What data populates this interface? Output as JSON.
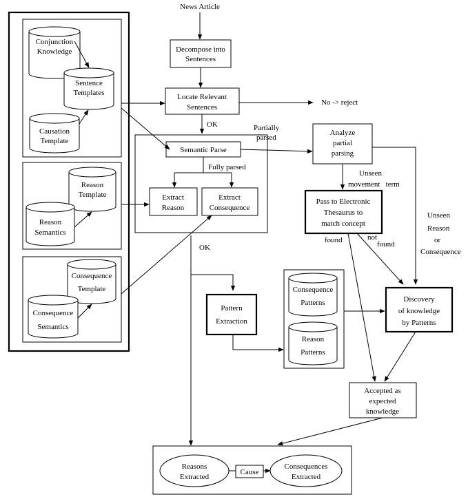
{
  "diagram": {
    "input": "News Article",
    "decompose": [
      "Decompose into",
      "Sentences"
    ],
    "locate": [
      "Locate Relevant",
      "Sentences"
    ],
    "reject": "No -> reject",
    "ok1": "OK",
    "ok2": "OK",
    "partially": [
      "Partially",
      "parsed"
    ],
    "fully": "Fully parsed",
    "semantic_parse": "Semantic Parse",
    "extract_reason": [
      "Extract",
      "Reason"
    ],
    "extract_consequence": [
      "Extract",
      "Consequence"
    ],
    "analyze": [
      "Analyze",
      "partial",
      "parsing"
    ],
    "unseen_movement": [
      "Unseen",
      "movement   term"
    ],
    "thesaurus": [
      "Pass to Electronic",
      "Thesaurus to",
      "match concept"
    ],
    "found": "found",
    "not_found": [
      "not",
      "found"
    ],
    "unseen_reason": [
      "Unseen",
      "Reason",
      "or",
      "Consequence"
    ],
    "pattern_extraction": [
      "Pattern",
      "Extraction"
    ],
    "consequence_patterns": [
      "Consequence",
      "Patterns"
    ],
    "reason_patterns": [
      "Reason",
      "Patterns"
    ],
    "discovery": [
      "Discovery",
      "of knowledge",
      "by Patterns"
    ],
    "accepted": [
      "Accepted as",
      "expected",
      "knowledge"
    ],
    "reasons_extracted": [
      "Reasons",
      "Extracted"
    ],
    "cause": "Cause",
    "consequences_extracted": [
      "Consequences",
      "Extracted"
    ],
    "conjunction_knowledge": [
      "Conjunction",
      "Knowledge"
    ],
    "sentence_templates": [
      "Sentence",
      "Templates"
    ],
    "causation_template": [
      "Causation",
      "Template"
    ],
    "reason_template": [
      "Reason",
      "Template"
    ],
    "reason_semantics": [
      "Reason",
      "Semantics"
    ],
    "consequence_template": [
      "Consequence",
      "Template"
    ],
    "consequence_semantics": [
      "Consequence",
      "Semantics"
    ]
  }
}
